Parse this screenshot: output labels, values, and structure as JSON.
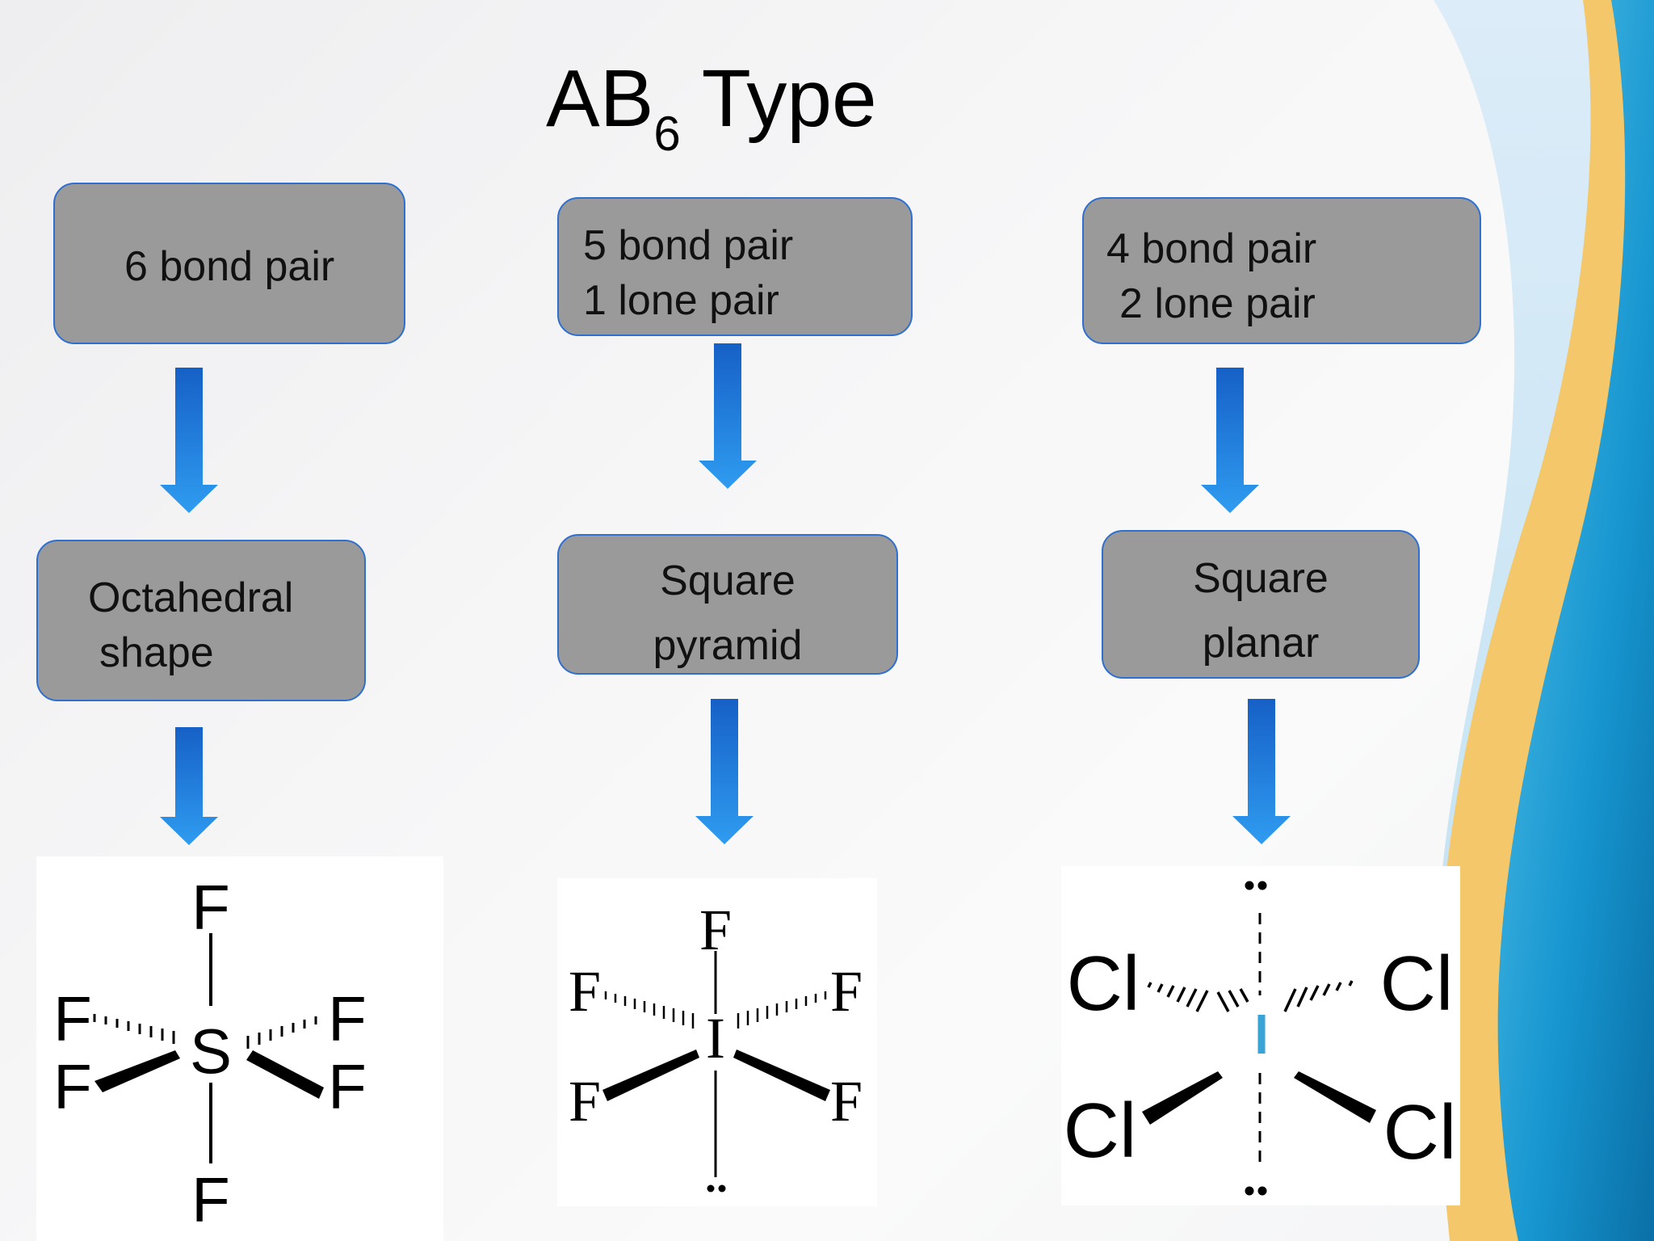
{
  "title": {
    "main": "AB",
    "subscript": "6",
    "suffix": " Type"
  },
  "columns": [
    {
      "pairs": [
        "6 bond pair"
      ],
      "shape": [
        "Octahedral",
        "shape"
      ],
      "molecule": {
        "central": "S",
        "ligands": [
          "F",
          "F",
          "F",
          "F",
          "F",
          "F"
        ]
      }
    },
    {
      "pairs": [
        "5 bond pair",
        "1 lone pair"
      ],
      "shape": [
        "Square",
        "pyramid"
      ],
      "molecule": {
        "central": "I",
        "ligands": [
          "F",
          "F",
          "F",
          "F",
          "F"
        ]
      }
    },
    {
      "pairs": [
        "4 bond pair",
        "2 lone pair"
      ],
      "shape": [
        "Square",
        "planar"
      ],
      "molecule": {
        "ligands": [
          "Cl",
          "Cl",
          "Cl",
          "Cl"
        ]
      }
    }
  ],
  "colors": {
    "box_fill": "#9a9a9a",
    "box_border": "#2e6fd0",
    "arrow": "#1e86e8",
    "bond": "#000000",
    "central_bond_highlight": "#3aa3d6"
  }
}
